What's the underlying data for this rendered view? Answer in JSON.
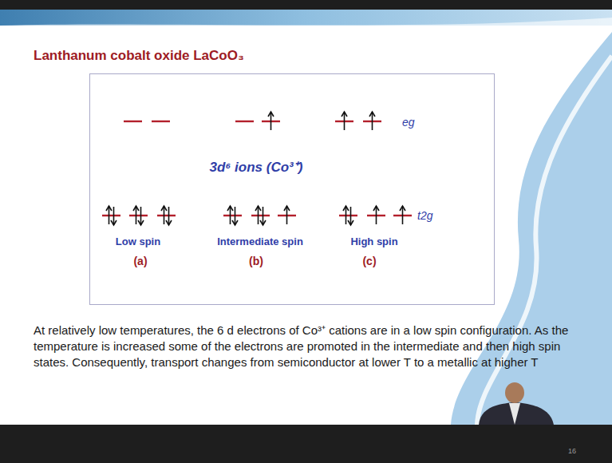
{
  "diagram": {
    "title": "Lanthanum cobalt oxide LaCoO₃",
    "caption": "At relatively low temperatures, the 6 d electrons of Co³⁺ cations are in a low spin configuration. As the temperature is increased some of the electrons are promoted in the intermediate and then high spin states. Consequently, transport changes from semiconductor at lower T to a metallic at higher T",
    "nodes": [
      {
        "text": [
          "eg",
          "3d⁶ ions (Co³⁺)",
          "t2g",
          "Low spin",
          "Intermediate spin",
          "High spin",
          "(a)",
          "(b)",
          "(c)"
        ]
      }
    ],
    "labels": [
      "16"
    ]
  }
}
